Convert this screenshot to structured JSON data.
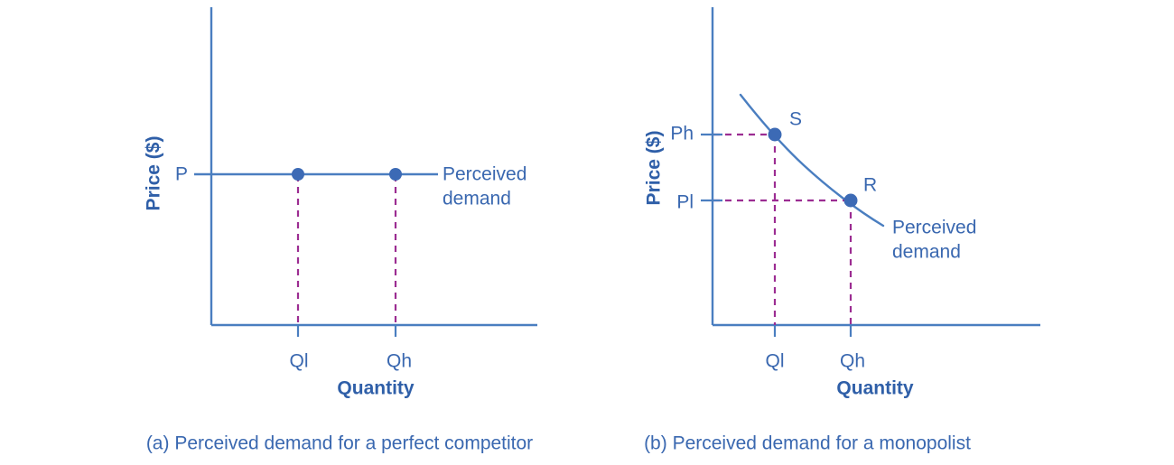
{
  "figure": {
    "background": "#ffffff",
    "accent_blue": "#3a68b0",
    "line_blue": "#4a7ec0",
    "point_blue": "#3c6ab5",
    "dash_magenta": "#9c2d92"
  },
  "panel_a": {
    "caption": "(a) Perceived demand for a perfect competitor",
    "y_axis_label": "Price ($)",
    "x_axis_label": "Quantity",
    "price_label": "P",
    "tick_labels": [
      "Ql",
      "Qh"
    ],
    "curve_label_line1": "Perceived",
    "curve_label_line2": "demand"
  },
  "panel_b": {
    "caption": "(b) Perceived demand for a monopolist",
    "y_axis_label": "Price ($)",
    "x_axis_label": "Quantity",
    "price_labels": [
      "Ph",
      "Pl"
    ],
    "tick_labels": [
      "Ql",
      "Qh"
    ],
    "point_labels": [
      "S",
      "R"
    ],
    "curve_label_line1": "Perceived",
    "curve_label_line2": "demand"
  },
  "chart_data": [
    {
      "type": "line",
      "title": "(a) Perceived demand for a perfect competitor",
      "xlabel": "Quantity",
      "ylabel": "Price ($)",
      "series": [
        {
          "name": "Perceived demand",
          "description": "Perfectly elastic (horizontal) demand curve at price P",
          "x": [
            0,
            1,
            2,
            3
          ],
          "y": [
            1,
            1,
            1,
            1
          ]
        }
      ],
      "points": [
        {
          "label": "",
          "x": 1,
          "y": 1,
          "x_tick": "Ql",
          "y_tick": "P"
        },
        {
          "label": "",
          "x": 2,
          "y": 1,
          "x_tick": "Qh",
          "y_tick": "P"
        }
      ],
      "xticks": [
        "Ql",
        "Qh"
      ],
      "yticks": [
        "P"
      ],
      "grid": false,
      "legend": "none",
      "annotations": [
        "Perceived demand"
      ]
    },
    {
      "type": "line",
      "title": "(b) Perceived demand for a monopolist",
      "xlabel": "Quantity",
      "ylabel": "Price ($)",
      "series": [
        {
          "name": "Perceived demand",
          "description": "Downward-sloping convex demand curve",
          "x": [
            0.4,
            0.8,
            1.2,
            1.6,
            2.0,
            2.4,
            2.8
          ],
          "y": [
            3.35,
            2.75,
            2.3,
            1.95,
            1.7,
            1.5,
            1.35
          ]
        }
      ],
      "points": [
        {
          "label": "S",
          "x": 0.9,
          "y": 2.62,
          "x_tick": "Ql",
          "y_tick": "Ph"
        },
        {
          "label": "R",
          "x": 1.95,
          "y": 1.72,
          "x_tick": "Qh",
          "y_tick": "Pl"
        }
      ],
      "xticks": [
        "Ql",
        "Qh"
      ],
      "yticks": [
        "Ph",
        "Pl"
      ],
      "grid": false,
      "legend": "none",
      "annotations": [
        "Perceived demand"
      ]
    }
  ]
}
